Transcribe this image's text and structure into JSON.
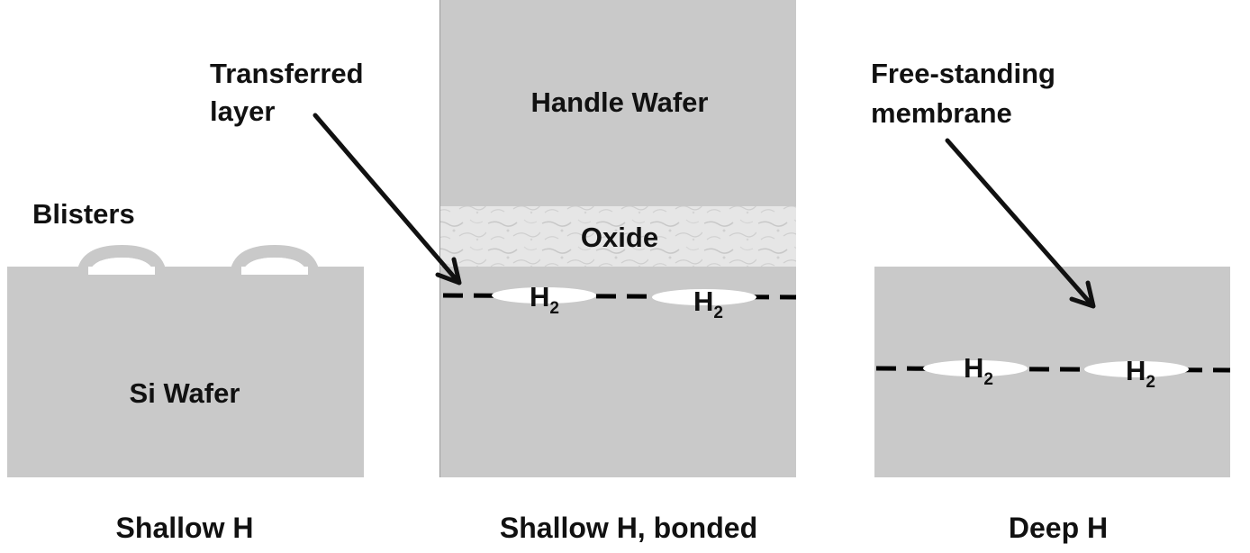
{
  "panels": {
    "left": {
      "caption": "Shallow H",
      "wafer_label": "Si Wafer",
      "blisters_label": "Blisters"
    },
    "middle": {
      "caption": "Shallow H, bonded",
      "handle_label": "Handle Wafer",
      "oxide_label": "Oxide",
      "arrow_label_line1": "Transferred",
      "arrow_label_line2": "layer",
      "bubble_main": "H",
      "bubble_sub": "2"
    },
    "right": {
      "caption": "Deep H",
      "arrow_label_line1": "Free-standing",
      "arrow_label_line2": "membrane",
      "bubble_main": "H",
      "bubble_sub": "2"
    }
  },
  "colors": {
    "wafer": "#c9c9c9",
    "wafer_edge": "#b0b0b0",
    "oxide_base": "#e4e4e4",
    "text": "#111111",
    "bubble": "#ffffff",
    "dash": "#000000"
  }
}
